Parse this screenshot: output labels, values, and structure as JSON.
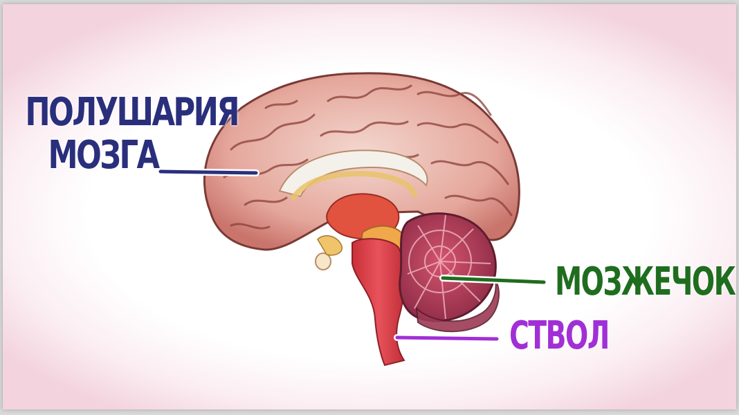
{
  "labels": {
    "hemispheres_line1": "ПОЛУШАРИЯ",
    "hemispheres_line2": "МОЗГА",
    "cerebellum": "МОЗЖЕЧОК",
    "brainstem": "СТВОЛ"
  },
  "colors": {
    "hemispheres": "#2a2f7c",
    "cerebellum": "#1f6d1f",
    "brainstem": "#a12fd6",
    "cortex": "#d98f86",
    "stem": "#e0464a",
    "background_edge": "#f3d3dd"
  },
  "icons": [
    "brain-sagittal-illustration"
  ]
}
